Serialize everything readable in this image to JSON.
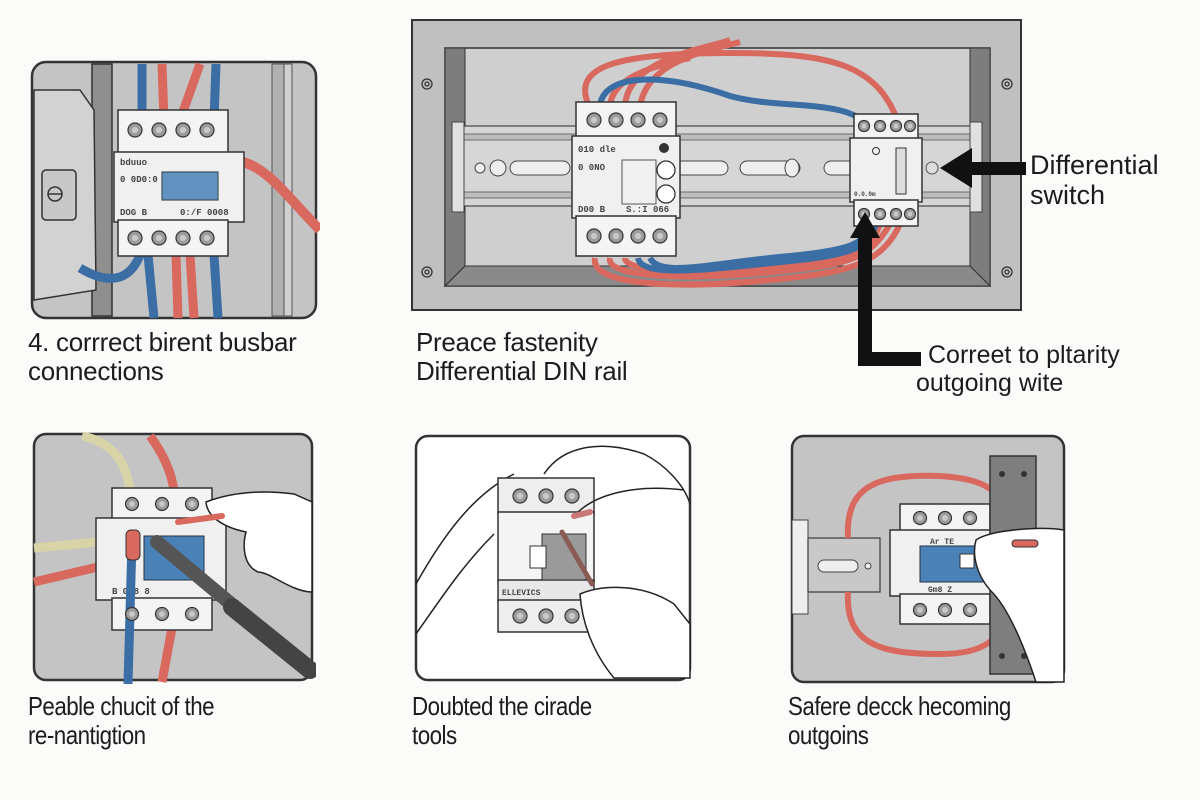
{
  "figure": {
    "type": "installation-instruction-diagram",
    "colors": {
      "background": "#fbfbfa",
      "panel_gray": "#c4c4c4",
      "frame_gray": "#8c8c8c",
      "wire_red": "#d9695f",
      "wire_blue": "#3b6ea5",
      "wire_cream": "#d8d4a8",
      "device_white": "#f4f4f4",
      "accent_blue": "#4a82b8",
      "outline": "#2a2a2a"
    }
  },
  "panels": [
    {
      "id": "busbar",
      "caption_line1": "4. corrrect birent busbar",
      "caption_line2": "connections",
      "device_labels": [
        "bduuo",
        "0 0D0:0",
        "DOG  B",
        "0:/F 0008"
      ]
    },
    {
      "id": "din-rail",
      "caption_line1": "Preace fastenity",
      "caption_line2": "Differential DIN rail",
      "device_labels": [
        "010 dle",
        "0 0NO",
        "D00  B",
        "S.:I 066",
        "0.0.0m"
      ],
      "callouts": [
        {
          "id": "differential-switch",
          "line1": "Differential",
          "line2": "switch"
        },
        {
          "id": "outgoing-wire",
          "line1": "Correet to pltarity",
          "line2": "outgoing wite"
        }
      ]
    },
    {
      "id": "re-nantigtion",
      "caption_line1": "Peable chucit of the",
      "caption_line2": "re-nantigtion",
      "device_labels": [
        "B   Gu8  8"
      ]
    },
    {
      "id": "tools",
      "caption_line1": "Doubted the cirade",
      "caption_line2": "tools",
      "device_labels": [
        "ELLEVICS"
      ]
    },
    {
      "id": "safe-check",
      "caption_line1": "Safere decck hecoming",
      "caption_line2": "outgoins",
      "device_labels": [
        "Ar TE",
        "Gm8  Z"
      ]
    }
  ]
}
